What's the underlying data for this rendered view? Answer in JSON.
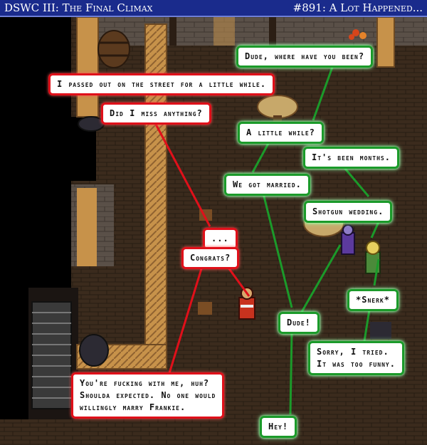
{
  "header": {
    "title": "DSWC III: The Final Climax",
    "episode": "#891: A Lot Happened..."
  },
  "dialogue": {
    "red": [
      "I passed out on the street for a little while.",
      "Did I miss anything?",
      "...",
      "Congrats?",
      "You're fucking with me, huh?",
      "Shoulda expected. No one would",
      "willingly marry Frankie."
    ],
    "green": [
      "Dude, where have you been?",
      "A little while?",
      "We got married.",
      "It's been months.",
      "Shotgun wedding.",
      "*Snerk*",
      "Dude!",
      "Sorry, I tried.",
      "It was too funny.",
      "Hey!"
    ]
  },
  "colors": {
    "header_bg": "#1a2b8c",
    "red_border": "#e0101a",
    "green_border": "#1b9a2a",
    "floor": "#3b2b1d",
    "wall": "#5a5048"
  }
}
